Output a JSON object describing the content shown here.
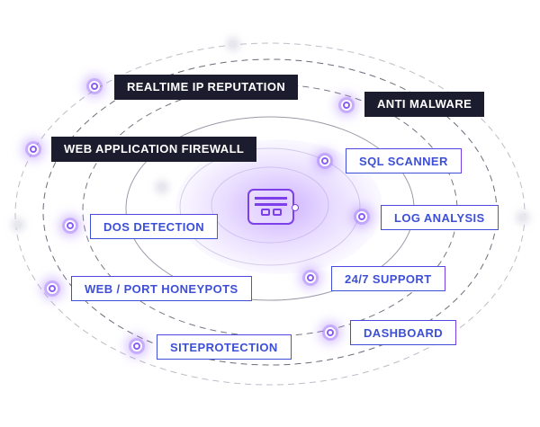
{
  "diagram": {
    "hub_icon": "firewall-shield-icon",
    "accent": "#7c3fe8",
    "dark_label_bg": "#1b1d2e",
    "light_label_color": "#3d4fd6",
    "features": [
      {
        "label": "REALTIME IP REPUTATION",
        "style": "dark"
      },
      {
        "label": "ANTI MALWARE",
        "style": "dark"
      },
      {
        "label": "WEB APPLICATION FIREWALL",
        "style": "dark"
      },
      {
        "label": "SQL SCANNER",
        "style": "light"
      },
      {
        "label": "LOG ANALYSIS",
        "style": "light"
      },
      {
        "label": "DOS DETECTION",
        "style": "light"
      },
      {
        "label": "24/7 SUPPORT",
        "style": "light"
      },
      {
        "label": "WEB / PORT HONEYPOTS",
        "style": "light"
      },
      {
        "label": "DASHBOARD",
        "style": "light"
      },
      {
        "label": "SITEPROTECTION",
        "style": "light"
      }
    ]
  }
}
